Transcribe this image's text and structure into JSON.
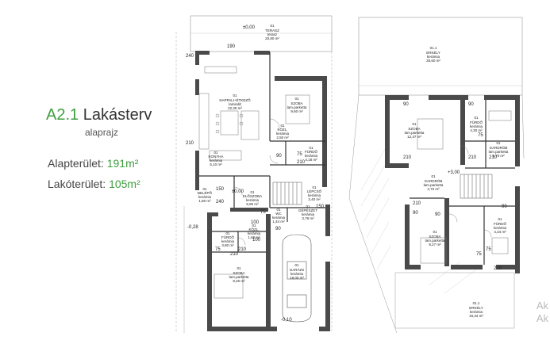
{
  "info": {
    "title_code": "A2.1",
    "title_text": "Lakásterv",
    "subtitle": "alaprajz",
    "floor_area_label": "Alapterület:",
    "floor_area_value": "191m²",
    "living_area_label": "Lakóterület:",
    "living_area_value": "105m²"
  },
  "ground_floor": {
    "rooms": [
      {
        "id": "terasz",
        "num": "01",
        "name": "TERASZ",
        "floor": "terasz",
        "area": "20,80 m²"
      },
      {
        "id": "nappali",
        "num": "01",
        "name": "NAPPALI+ÉTKEZŐ",
        "floor": "laminált",
        "area": "22,30 m²"
      },
      {
        "id": "szoba1",
        "num": "01",
        "name": "SZOBA",
        "floor": "lam.parketta",
        "area": "9,60 m²"
      },
      {
        "id": "konyha",
        "num": "01",
        "name": "KONYHA",
        "floor": "kerámia",
        "area": "5,10 m²"
      },
      {
        "id": "kozl",
        "num": "01",
        "name": "KÖZL.",
        "floor": "kerámia",
        "area": "2,50 m²"
      },
      {
        "id": "furdo1",
        "num": "01",
        "name": "FÜRDŐ",
        "floor": "kerámia",
        "area": "4,18 m²"
      },
      {
        "id": "belepo",
        "num": "01",
        "name": "BELÉPŐ",
        "floor": "kerámia",
        "area": "1,80 m²"
      },
      {
        "id": "eloszoba",
        "num": "01",
        "name": "ELŐSZOBA",
        "floor": "kerámia",
        "area": "6,90 m²"
      },
      {
        "id": "lepcso",
        "num": "01",
        "name": "LÉPCSŐ",
        "floor": "kerámia",
        "area": "3,40 m²"
      },
      {
        "id": "wc",
        "num": "01",
        "name": "WC",
        "floor": "kerámia",
        "area": "1,44 m²"
      },
      {
        "id": "gepeszet",
        "num": "01",
        "name": "GÉPÉSZET",
        "floor": "kerámia",
        "area": "3,79 m²"
      },
      {
        "id": "furdo2",
        "num": "01",
        "name": "FÜRDŐ",
        "floor": "kerámia",
        "area": "3,80 m²"
      },
      {
        "id": "kozl2",
        "num": "01",
        "name": "KÖZL.",
        "floor": "kerámia",
        "area": "1,60 m²"
      },
      {
        "id": "szoba2",
        "num": "01",
        "name": "SZOBA",
        "floor": "lam.parketta",
        "area": "9,26 m²"
      },
      {
        "id": "garazs",
        "num": "01",
        "name": "GARÁZS",
        "floor": "kerámia",
        "area": "18,00 m²"
      }
    ],
    "levels": [
      "±0,00",
      "±0,00",
      "-0,10",
      "-0,28"
    ],
    "dims": [
      "240",
      "190",
      "210",
      "90",
      "75",
      "210",
      "150",
      "240",
      "150",
      "75",
      "90",
      "100",
      "210",
      "210",
      "75",
      "100"
    ]
  },
  "upper_floor": {
    "rooms": [
      {
        "id": "erkely1",
        "num": "01.1",
        "name": "ERKÉLY",
        "floor": "kerámia",
        "area": "28,60 m²"
      },
      {
        "id": "szoba3",
        "num": "01",
        "name": "SZOBA",
        "floor": "lam.parketta",
        "area": "12,47 m²"
      },
      {
        "id": "furdo3",
        "num": "01",
        "name": "FÜRDŐ",
        "floor": "kerámia",
        "area": "4,30 m²"
      },
      {
        "id": "gardrob1",
        "num": "01",
        "name": "GARDRÓB",
        "floor": "lam.parketta",
        "area": "1,70 m²"
      },
      {
        "id": "gardrob2",
        "num": "01",
        "name": "GARDRÓB",
        "floor": "lam.parketta",
        "area": "4,70 m²"
      },
      {
        "id": "szoba4",
        "num": "01",
        "name": "SZOBA",
        "floor": "lam.parketta",
        "area": "9,27 m²"
      },
      {
        "id": "furdo4",
        "num": "01",
        "name": "FÜRDŐ",
        "floor": "kerámia",
        "area": "4,34 m²"
      },
      {
        "id": "erkely2",
        "num": "01.1",
        "name": "ERKÉLY",
        "floor": "kerámia",
        "area": "16,34 m²"
      }
    ],
    "levels": [
      "+3,00"
    ],
    "dims": [
      "90",
      "210",
      "90",
      "75",
      "210",
      "210",
      "90",
      "75",
      "90",
      "210",
      "75",
      "210",
      "90"
    ]
  },
  "watermark": [
    "Ak",
    "Ak"
  ]
}
